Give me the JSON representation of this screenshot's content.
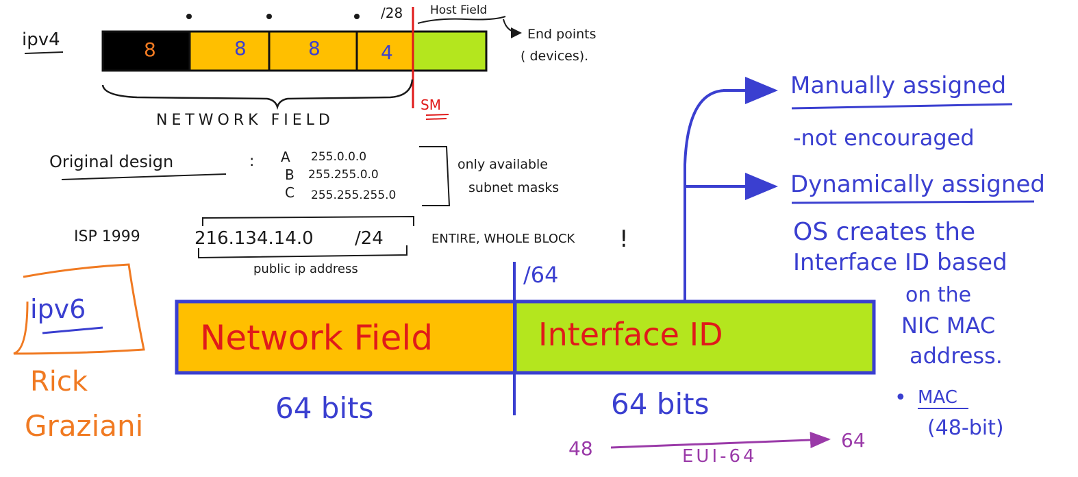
{
  "ipv4": {
    "label": "ipv4",
    "octets": [
      "8",
      "8",
      "8",
      "4"
    ],
    "prefix": "/28",
    "host_field": "Host Field",
    "host_note_line1": "End points",
    "host_note_line2": "( devices).",
    "subnet_mark": "SM",
    "network_field": "NETWORK FIELD",
    "original_design": "Original design",
    "colon": ":",
    "classes": [
      {
        "letter": "A",
        "mask": "255.0.0.0"
      },
      {
        "letter": "B",
        "mask": "255.255.0.0"
      },
      {
        "letter": "C",
        "mask": "255.255.255.0"
      }
    ],
    "only_available_line1": "only available",
    "only_available_line2": "subnet masks",
    "isp_label": "ISP 1999",
    "address": "216.134.14.0",
    "address_prefix": "/24",
    "entire_block": "ENTIRE, WHOLE BLOCK",
    "exclamation": "!",
    "public_ip": "public ip address"
  },
  "ipv6": {
    "label": "ipv6",
    "prefix": "/64",
    "network_field": "Network Field",
    "interface_id": "Interface ID",
    "network_bits": "64 bits",
    "interface_bits": "64 bits",
    "eui_from": "48",
    "eui_label": "EUI-64",
    "eui_to": "64"
  },
  "assignment": {
    "manual": "Manually assigned",
    "manual_note": "-not encouraged",
    "dynamic": "Dynamically assigned",
    "dynamic_note_lines": [
      "OS creates the",
      "Interface ID based",
      "on the",
      "NIC MAC",
      "address."
    ],
    "mac_bullet": "•",
    "mac_label": "MAC",
    "mac_bits": "(48-bit)"
  },
  "author": {
    "first": "Rick",
    "last": "Graziani"
  },
  "colors": {
    "ipv4_first_octet": "#000000",
    "network_orange": "#ffbf00",
    "host_green": "#b4e61e",
    "ink_blue": "#3a3fd0",
    "ink_red": "#e01a1a",
    "ink_orange": "#f07a22",
    "ink_purple": "#9a3aa8"
  }
}
